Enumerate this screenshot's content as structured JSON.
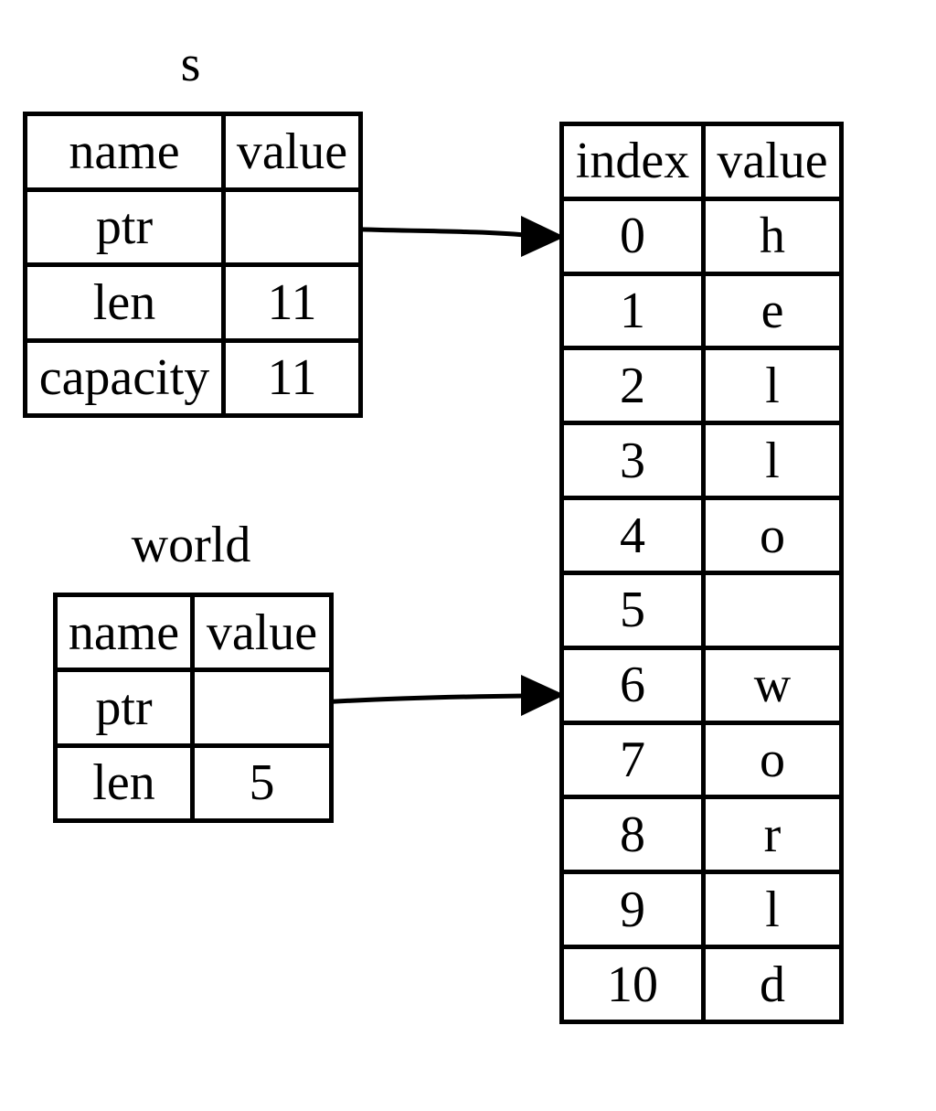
{
  "diagram": {
    "description": "Memory diagram of a String and a string slice referring to part of it",
    "colors": {
      "ink": "#000000",
      "background": "#ffffff"
    }
  },
  "s_table": {
    "title": "s",
    "headers": [
      "name",
      "value"
    ],
    "rows": [
      {
        "name": "ptr",
        "value": ""
      },
      {
        "name": "len",
        "value": "11"
      },
      {
        "name": "capacity",
        "value": "11"
      }
    ]
  },
  "world_table": {
    "title": "world",
    "headers": [
      "name",
      "value"
    ],
    "rows": [
      {
        "name": "ptr",
        "value": ""
      },
      {
        "name": "len",
        "value": "5"
      }
    ]
  },
  "buffer_table": {
    "headers": [
      "index",
      "value"
    ],
    "rows": [
      {
        "index": "0",
        "value": "h"
      },
      {
        "index": "1",
        "value": "e"
      },
      {
        "index": "2",
        "value": "l"
      },
      {
        "index": "3",
        "value": "l"
      },
      {
        "index": "4",
        "value": "o"
      },
      {
        "index": "5",
        "value": ""
      },
      {
        "index": "6",
        "value": "w"
      },
      {
        "index": "7",
        "value": "o"
      },
      {
        "index": "8",
        "value": "r"
      },
      {
        "index": "9",
        "value": "l"
      },
      {
        "index": "10",
        "value": "d"
      }
    ]
  },
  "arrows": [
    {
      "from": "s.ptr",
      "to": "buffer index 0"
    },
    {
      "from": "world.ptr",
      "to": "buffer index 6"
    }
  ]
}
